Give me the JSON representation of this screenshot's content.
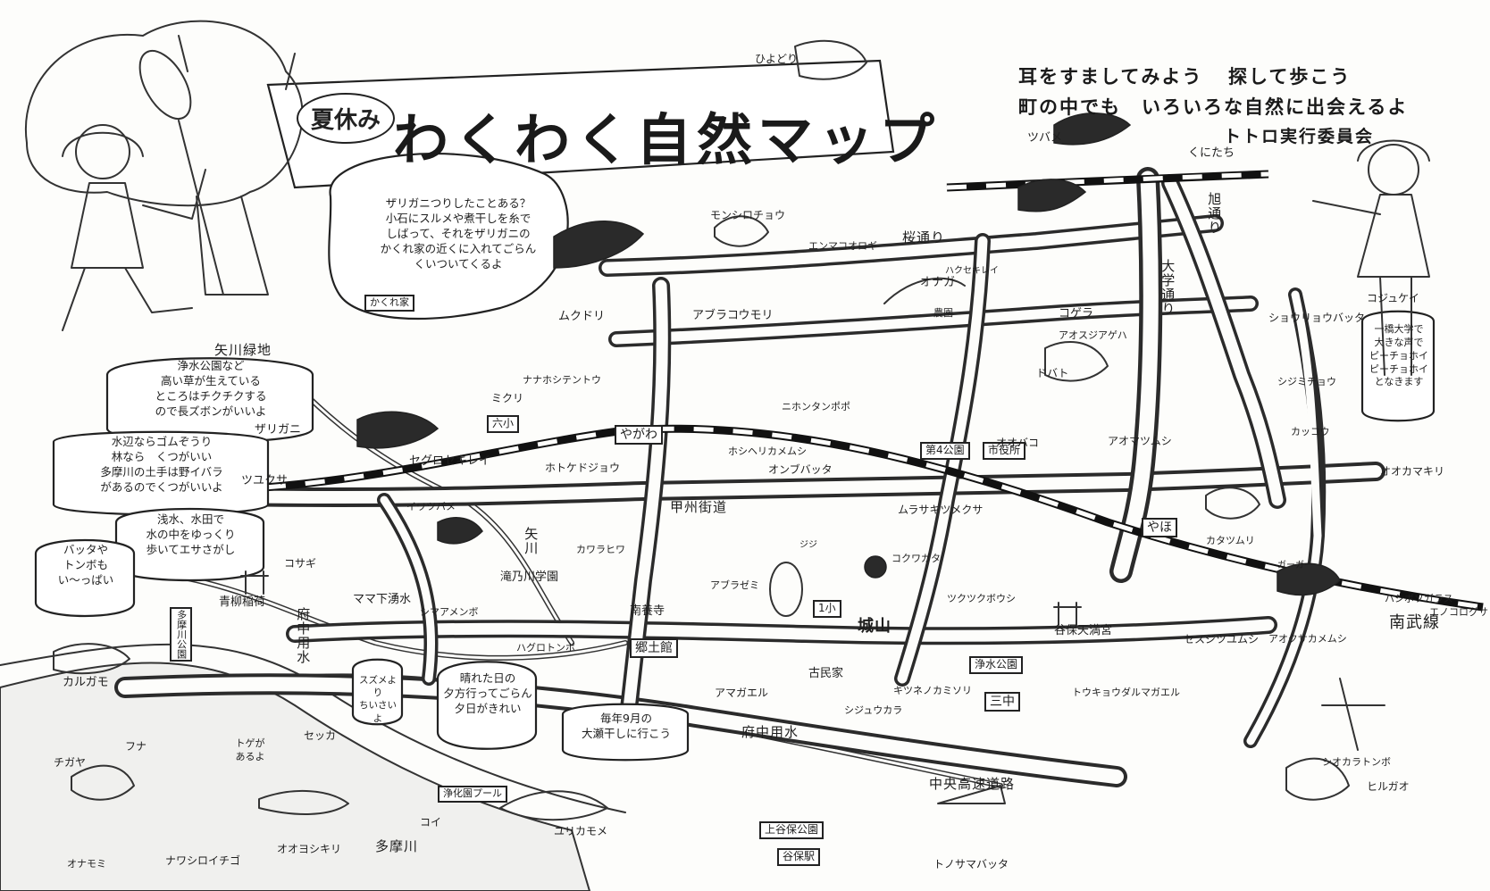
{
  "title": {
    "badge": "夏休み",
    "main": "わくわく自然マップ"
  },
  "header": {
    "line1a": "耳をすましてみよう",
    "line1b": "探して歩こう",
    "line2": "町の中でも　いろいろな自然に出会えるよ",
    "org": "トトロ実行委員会"
  },
  "notes": {
    "zarigani": [
      "ザリガニつりしたことある？",
      "小石にスルメや煮干しを糸で",
      "しばって、それをザリガニの",
      "かくれ家の近くに入れてごらん",
      "くいついてくるよ"
    ],
    "kakurega": "かくれ家",
    "kusa": [
      "浄水公園など",
      "高い草が生えている",
      "ところはチクチクする",
      "ので長ズボンがいいよ"
    ],
    "shoes": [
      "水辺ならゴムぞうり",
      "林なら　くつがいい",
      "多摩川の土手は野イバラ",
      "があるのでくつがいいよ"
    ],
    "sagi": [
      "浅水、水田で",
      "水の中をゆっくり",
      "歩いてエサさがし"
    ],
    "batta": [
      "バッタや",
      "トンボも",
      "い〜っぱい"
    ],
    "suzume": [
      "スズメより",
      "ちいさいよ"
    ],
    "hareta": [
      "晴れた日の",
      "夕方行ってごらん",
      "夕日がきれい"
    ],
    "kaisu": [
      "毎年9月の",
      "大瀬干しに行こう"
    ],
    "hitotsubashi": [
      "一橋大学で",
      "大きな声で",
      "ピーチョホイ",
      "ピーチョホイ",
      "となきます"
    ],
    "toge": [
      "トゲが",
      "あるよ"
    ]
  },
  "roads": {
    "sakura": "桜通り",
    "asahi": "旭通り",
    "daigaku": "大学通り",
    "koshu": "甲州街道",
    "fuchu1": "府中用水",
    "fuchu2": "府中用水",
    "chuo": "中央高速道路",
    "yagawa": "矢川",
    "yagawa_ryokuchi": "矢川緑地",
    "tama": "多摩川",
    "nanbu": "南武線"
  },
  "places": {
    "kunitachi": "くにたち",
    "yaho": "やほ",
    "yagawa_st": "やがわ",
    "rokusho": "六小",
    "issho": "1小",
    "sanchu": "三中",
    "yonshi": "第4公園",
    "shiyakusho": "市役所",
    "josui_koen": "浄水公園",
    "kyodokan": "郷土館",
    "nanyoji": "南養寺",
    "shiroyama": "城山",
    "yaho_tenmangu": "谷保天満宮",
    "kominka": "古民家",
    "aoyagi_inari": "青柳稲荷",
    "yagawa_gakuen": "滝乃川学園",
    "joka_pool": "浄化園プール",
    "kamiya_koen": "上谷保公園",
    "yaho_sta": "谷保駅",
    "yagawa_josui": "ママ下湧水",
    "tama_koen": "多摩川公園",
    "noen": "農園"
  },
  "creatures": {
    "hiyodori": "ひよどり",
    "tsubame": "ツバメ",
    "monshirochou": "モンシロチョウ",
    "enma": "エンマコオロギ",
    "mukudori": "ムクドリ",
    "aburakoumori": "アブラコウモリ",
    "onaga": "オナガ",
    "kogera": "コゲラ",
    "aosujiageha": "アオスジアゲハ",
    "shouryou": "ショウリョウバッタ",
    "kojukei": "コジュケイ",
    "zarigani": "ザリガニ",
    "tsuyukusa": "ツユクサ",
    "sekirei": "セグロセキレイ",
    "mikuri": "ミクリ",
    "nanahoshi": "ナナホシテントウ",
    "dojou": "ホトケドジョウ",
    "onbubatta": "オンブバッタ",
    "hoshi": "ホシヘリカメムシ",
    "nihontanpopo": "ニホンタンポポ",
    "okera": "オオカマキリ",
    "dobato": "ドバト",
    "oobako": "オオバコ",
    "aomatsumushi": "アオマツムシ",
    "murasaki": "ムラサキツメクサ",
    "katatsumuri": "カタツムリ",
    "shijimi": "シジミチョウ",
    "kogera2": "カッコウ",
    "kosagi": "コサギ",
    "iwatsubame": "イワツバメ",
    "tonbo": "シオカラトンボ",
    "kawarahiwa": "カワラヒワ",
    "shimaamenbo": "シマアメンボ",
    "aburazemi": "アブラゼミ",
    "kuwagata": "コクワガタ",
    "tsukutsuku": "ツクツクボウシ",
    "haguro": "ハグロトンボ",
    "amagaeru": "アマガエル",
    "kitsune": "キツネノカミソリ",
    "shijuukara": "シジュウカラ",
    "tokyo_daruma": "トウキョウダルマガエル",
    "sezuji": "セスジツユムシ",
    "hashiboso": "ハシボソガラス",
    "aoikakamemushi": "アオクサカメムシ",
    "enokorogusa": "エノコログサ",
    "karugamo": "カルガモ",
    "funa": "フナ",
    "chigaya": "チガヤ",
    "nawashiro": "ナワシロイチゴ",
    "onamomi": "オナモミ",
    "oyoshikiri": "オオヨシキリ",
    "koi": "コイ",
    "yurikamome": "ユリカモメ",
    "tonosama": "トノサマバッタ",
    "hirugao": "ヒルガオ",
    "sekka": "セッカ",
    "dodome": "ハクセキレイ",
    "gaya": "ガーガー",
    "kiji": "ジジ"
  }
}
